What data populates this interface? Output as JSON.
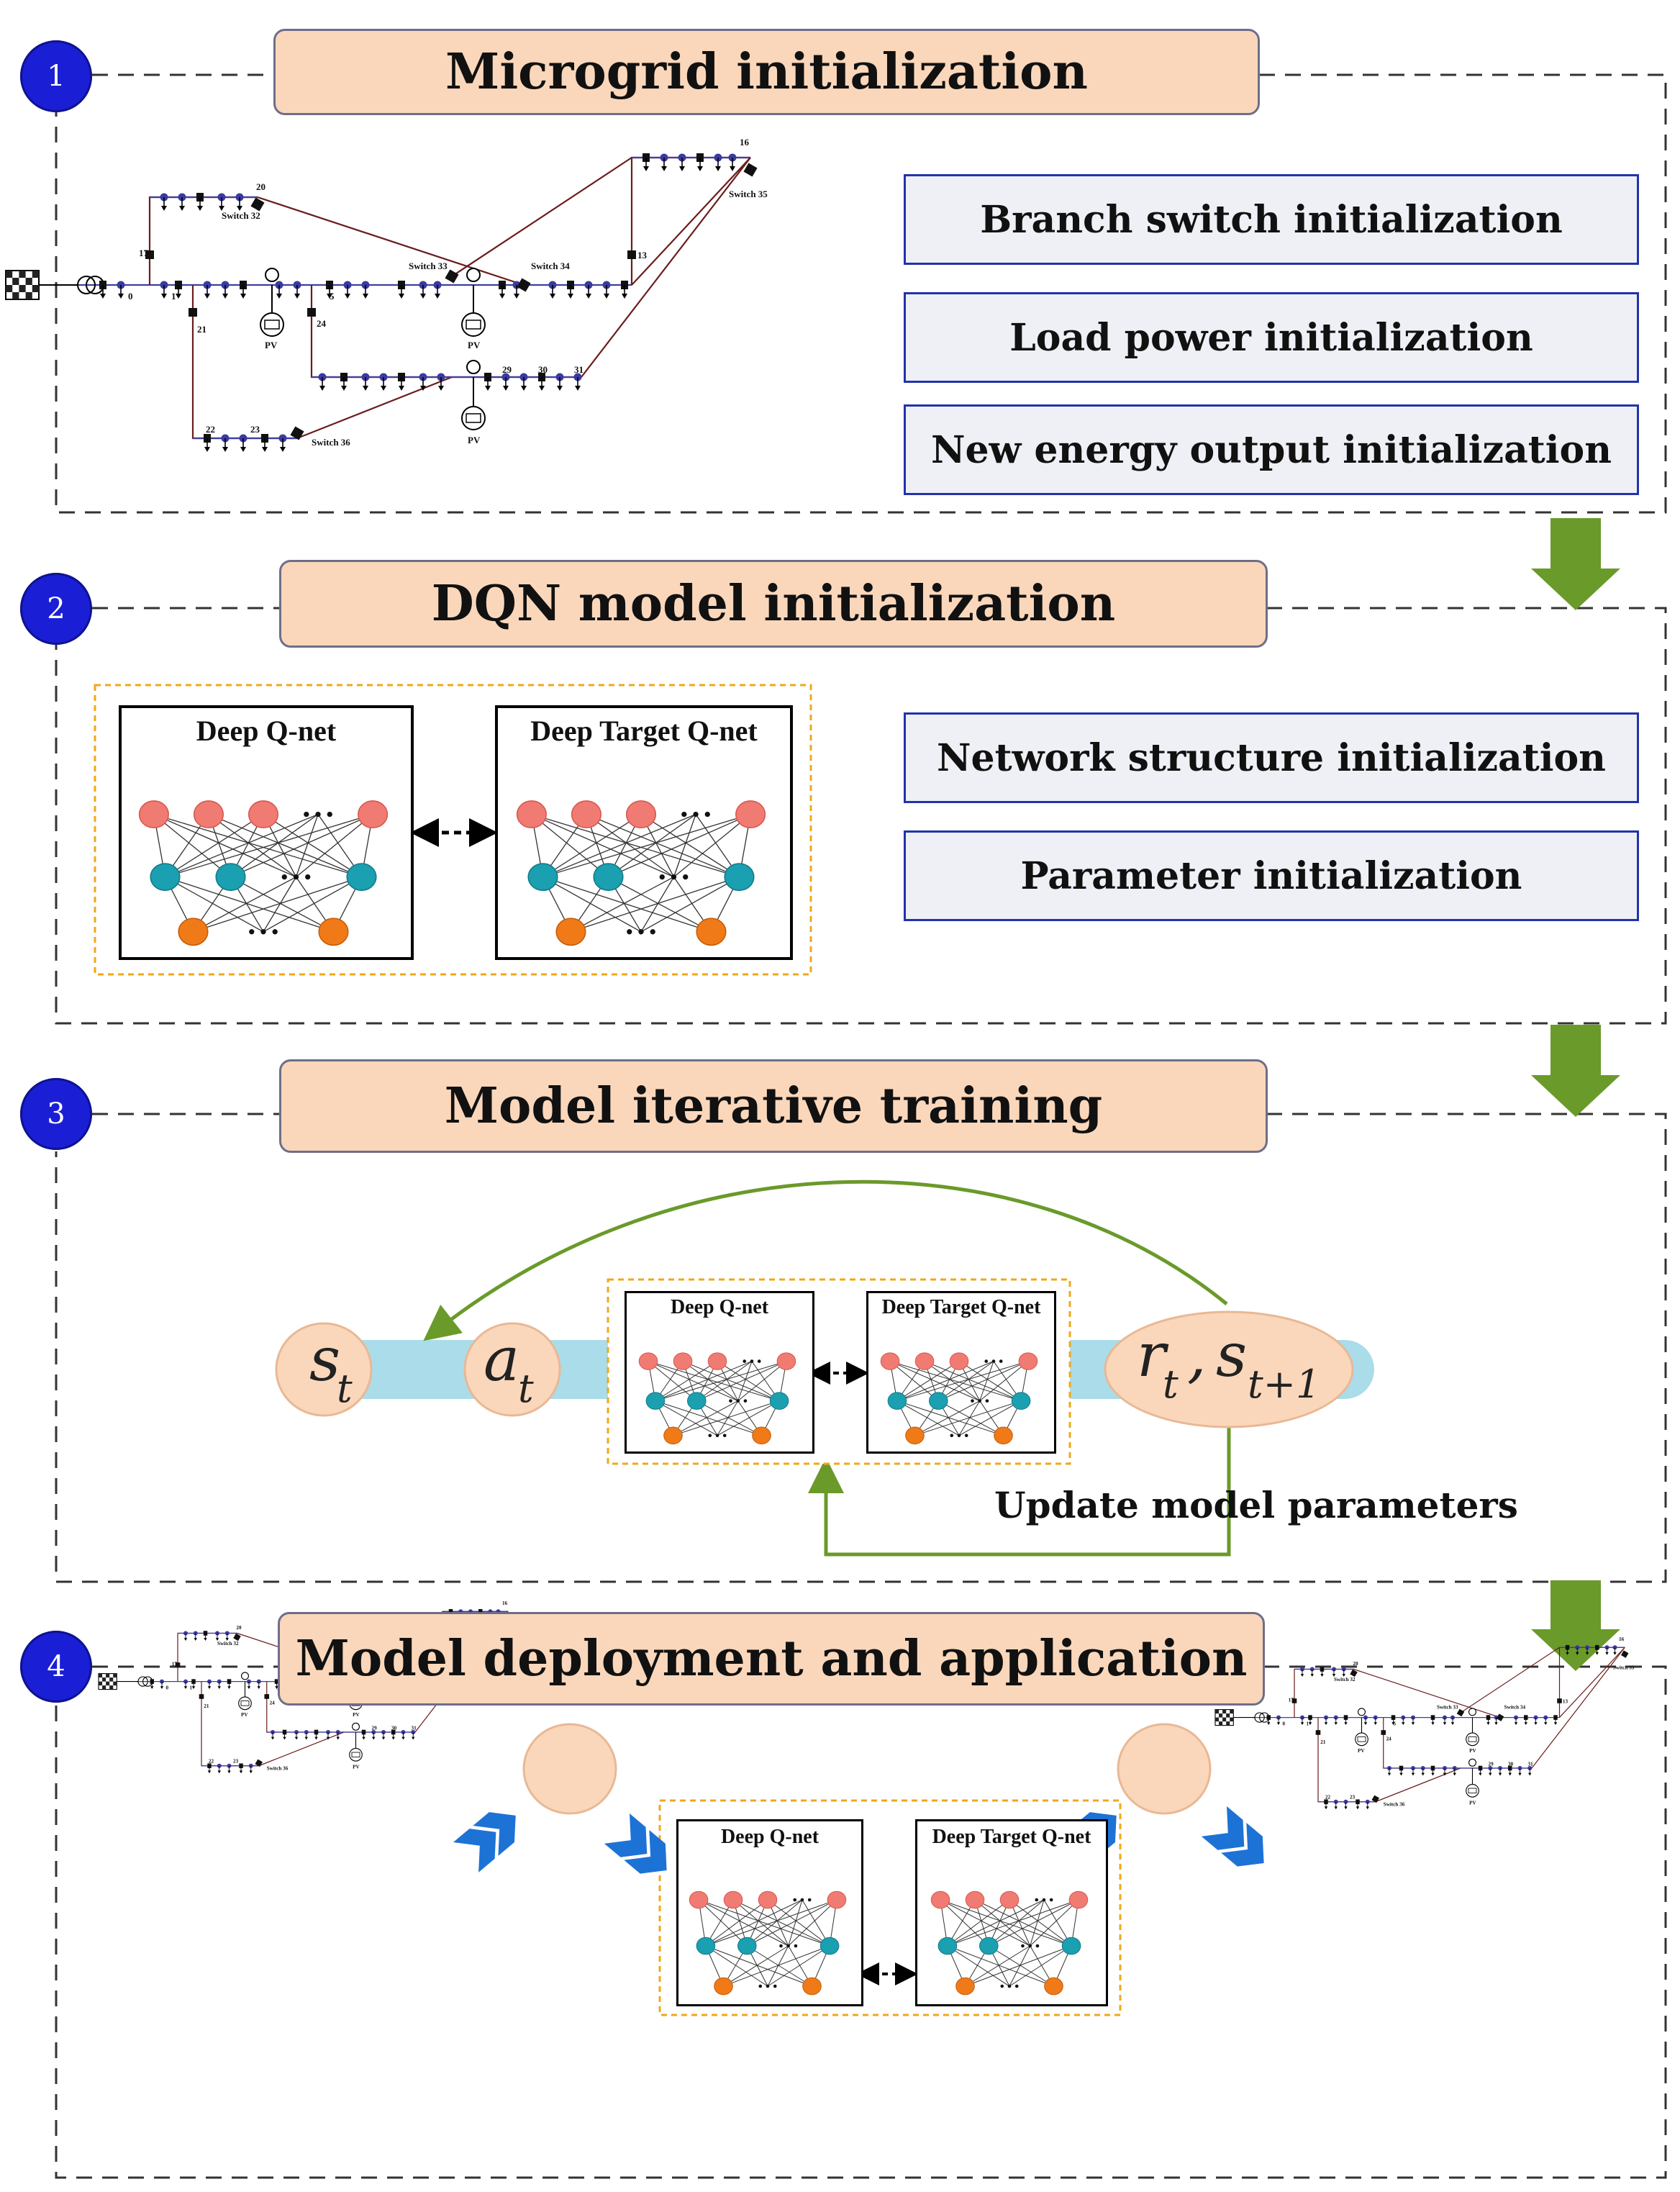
{
  "stages": [
    {
      "number": "1",
      "title": "Microgrid initialization"
    },
    {
      "number": "2",
      "title": "DQN model initialization"
    },
    {
      "number": "3",
      "title": "Model iterative training"
    },
    {
      "number": "4",
      "title": "Model deployment and application"
    }
  ],
  "stage1_boxes": [
    "Branch switch initialization",
    "Load power initialization",
    "New energy output initialization"
  ],
  "stage2_boxes": [
    "Network structure initialization",
    "Parameter initialization"
  ],
  "networks": {
    "q": "Deep Q-net",
    "target": "Deep Target Q-net"
  },
  "update_label": "Update model parameters",
  "math": {
    "s": "s",
    "a": "a",
    "r": "r",
    "t": "t",
    "t1": "t+1",
    "comma": ","
  },
  "grid_labels": {
    "nodes": [
      "0",
      "1",
      "5",
      "13",
      "16",
      "17",
      "20",
      "21",
      "22",
      "23",
      "24",
      "29",
      "30",
      "31"
    ],
    "switches": [
      "Switch 32",
      "Switch 33",
      "Switch 34",
      "Switch 35",
      "Switch 36"
    ],
    "pv": "PV"
  },
  "colors": {
    "title_fill": "#fad7bb",
    "arrow_green": "#6a9a2a",
    "chevron_blue": "#1d72d6",
    "bar_blue": "#aadcea",
    "node_red": "#f07b72",
    "node_teal": "#1aa0b0",
    "node_orange": "#f07a18"
  }
}
